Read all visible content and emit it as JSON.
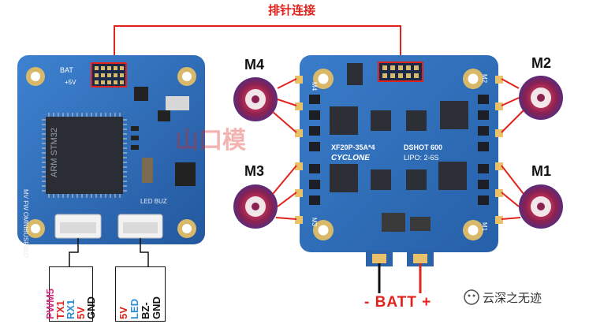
{
  "annotation": {
    "top_label": "排针连接",
    "batt_label": "- BATT +"
  },
  "motors": [
    {
      "id": "M4",
      "label": "M4"
    },
    {
      "id": "M3",
      "label": "M3"
    },
    {
      "id": "M2",
      "label": "M2"
    },
    {
      "id": "M1",
      "label": "M1"
    }
  ],
  "fc_board": {
    "bat_label": "BAT",
    "v5_label": "+5V",
    "mcu_text": "ARM STM32",
    "silk_model": "MV FW OMNIBUSF4SD",
    "silk_bottom": "LED BUZ",
    "left_connector_pins": [
      "PWM5",
      "TX1",
      "RX1",
      "5V",
      "GND"
    ],
    "right_connector_pins": [
      "GND",
      "BZ-",
      "LED",
      "5V"
    ]
  },
  "esc_board": {
    "model": "XF20P-35A*4",
    "brand": "CYCLONE",
    "protocol": "DSHOT 600",
    "lipo": "LIPO: 2-6S",
    "corner_labels": [
      "M4",
      "M2",
      "M3",
      "M1"
    ]
  },
  "watermark": {
    "center_text": "山口模",
    "bottom_text": "云深之无迹"
  },
  "colors": {
    "board_blue": "#2f6fbf",
    "red_line": "#e0231c",
    "pin_pwm": "#d2307e",
    "pin_tx": "#e0231c",
    "pin_rx": "#2b8fd8",
    "pin_5v": "#e0231c",
    "pin_gnd": "#111111",
    "motor_purple": "#7a2b7e"
  }
}
